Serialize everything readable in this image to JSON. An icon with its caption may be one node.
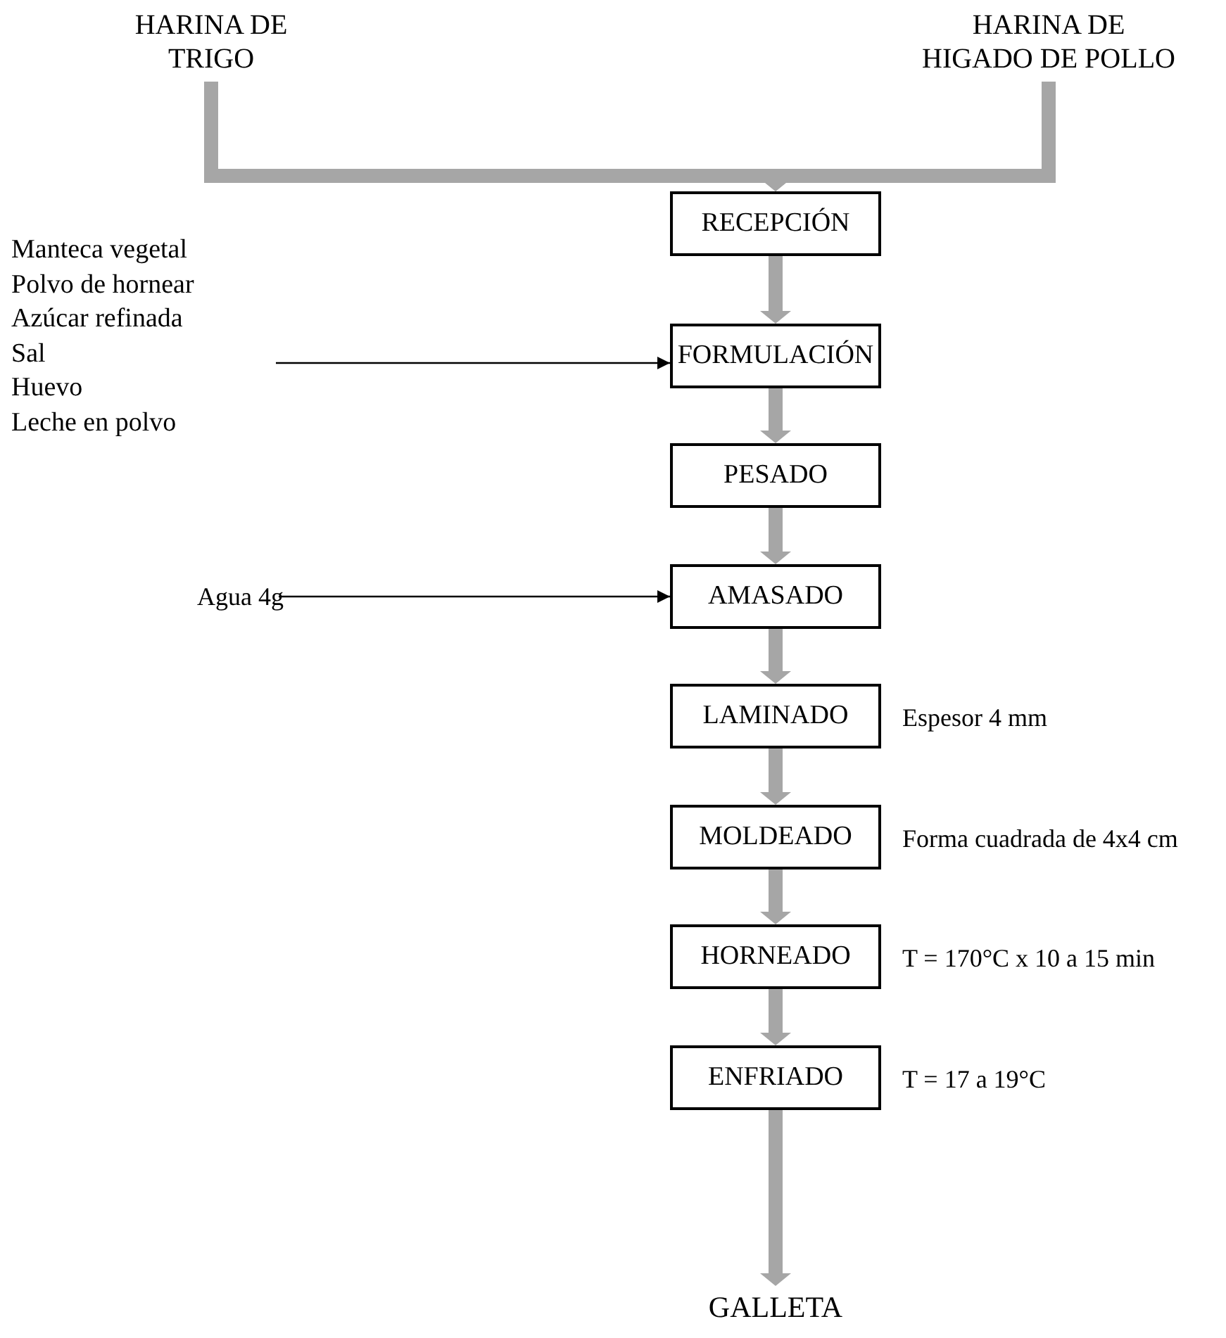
{
  "diagram": {
    "nodes": [
      {
        "text": [
          "HARINA DE TRIGO"
        ]
      },
      {
        "text": [
          "HARINA DE HIGADO DE POLLO"
        ]
      },
      {
        "text": [
          "RECEPCIÓN"
        ]
      },
      {
        "text": [
          "Manteca vegetal",
          "Polvo de hornear",
          "Azúcar refinada",
          "Sal",
          "Huevo",
          "Leche en polvo"
        ]
      },
      {
        "text": [
          "FORMULACIÓN"
        ]
      },
      {
        "text": [
          "PESADO"
        ]
      },
      {
        "text": [
          "Agua 4g"
        ]
      },
      {
        "text": [
          "AMASADO"
        ]
      },
      {
        "text": [
          "LAMINADO"
        ],
        "beside": [
          "Espesor 4 mm"
        ]
      },
      {
        "text": [
          "MOLDEADO"
        ],
        "beside": [
          "Forma cuadrada de 4x4 cm"
        ]
      },
      {
        "text": [
          "HORNEADO"
        ],
        "beside": [
          "T = 170°C x 10 a 15 min"
        ]
      },
      {
        "text": [
          "ENFRIADO"
        ],
        "beside": [
          "T = 17 a 19°C"
        ]
      },
      {
        "text": [
          "GALLETA"
        ]
      }
    ],
    "edges": [
      {
        "from": 0,
        "to": 2,
        "arrow": "to"
      },
      {
        "from": 1,
        "to": 2,
        "arrow": "to"
      },
      {
        "from": 2,
        "to": 4,
        "arrow": "to"
      },
      {
        "from": 3,
        "to": 4,
        "arrow": "to",
        "color": "#000000"
      },
      {
        "from": 4,
        "to": 5,
        "arrow": "to"
      },
      {
        "from": 5,
        "to": 7,
        "arrow": "to"
      },
      {
        "from": 6,
        "to": 7,
        "arrow": "to",
        "color": "#000000"
      },
      {
        "from": 7,
        "to": 8,
        "arrow": "to"
      },
      {
        "from": 8,
        "to": 9,
        "arrow": "to"
      },
      {
        "from": 9,
        "to": 10,
        "arrow": "to"
      },
      {
        "from": 10,
        "to": 11,
        "arrow": "to"
      },
      {
        "from": 11,
        "to": 12,
        "arrow": "to"
      }
    ]
  }
}
